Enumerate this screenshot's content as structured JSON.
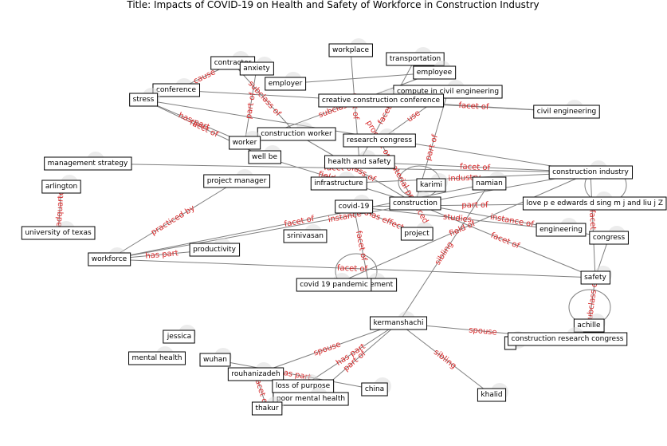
{
  "title": "Title: Impacts of COVID-19 on Health and Safety of Workforce in Construction Industry",
  "colors": {
    "edge": "#7f7f7f",
    "edge_label": "#d62728",
    "node_box": "#ffffff",
    "node_border": "#000000"
  },
  "nodes": [
    {
      "id": "workplace",
      "label": "workplace"
    },
    {
      "id": "transportation",
      "label": "transportation"
    },
    {
      "id": "contractor",
      "label": "contractor"
    },
    {
      "id": "anxiety",
      "label": "anxiety"
    },
    {
      "id": "employee",
      "label": "employee"
    },
    {
      "id": "conference",
      "label": "conference"
    },
    {
      "id": "employer",
      "label": "employer"
    },
    {
      "id": "compute",
      "label": "compute in civil engineering"
    },
    {
      "id": "stress",
      "label": "stress"
    },
    {
      "id": "ccc",
      "label": "creative construction conference"
    },
    {
      "id": "civil_eng",
      "label": "civil engineering"
    },
    {
      "id": "construction_worker",
      "label": "construction worker"
    },
    {
      "id": "research_congress",
      "label": "research congress"
    },
    {
      "id": "worker",
      "label": "worker"
    },
    {
      "id": "well_be",
      "label": "well be"
    },
    {
      "id": "mgmt_strategy",
      "label": "management strategy"
    },
    {
      "id": "health_safety",
      "label": "health and safety"
    },
    {
      "id": "construction_industry",
      "label": "construction industry"
    },
    {
      "id": "project_manager",
      "label": "project manager"
    },
    {
      "id": "infrastructure",
      "label": "infrastructure"
    },
    {
      "id": "karimi",
      "label": "karimi"
    },
    {
      "id": "namian",
      "label": "namian"
    },
    {
      "id": "arlington",
      "label": "arlington"
    },
    {
      "id": "covid19",
      "label": "covid-19"
    },
    {
      "id": "construction",
      "label": "construction"
    },
    {
      "id": "love",
      "label": "love p e edwards d sing m j and liu j Z"
    },
    {
      "id": "engineering",
      "label": "engineering"
    },
    {
      "id": "ut",
      "label": "university of texas"
    },
    {
      "id": "srinivasan",
      "label": "srinivasan"
    },
    {
      "id": "project",
      "label": "project"
    },
    {
      "id": "congress",
      "label": "congress"
    },
    {
      "id": "productivity",
      "label": "productivity"
    },
    {
      "id": "workforce",
      "label": "workforce"
    },
    {
      "id": "safety",
      "label": "safety"
    },
    {
      "id": "management",
      "label": "management"
    },
    {
      "id": "covid_pandemic",
      "label": "covid 19 pandemic"
    },
    {
      "id": "kermanshachi",
      "label": "kermanshachi"
    },
    {
      "id": "achille",
      "label": "achille"
    },
    {
      "id": "jessica",
      "label": "jessica"
    },
    {
      "id": "kh",
      "label": "k"
    },
    {
      "id": "crc",
      "label": "construction research congress"
    },
    {
      "id": "mental_health",
      "label": "mental health"
    },
    {
      "id": "wuhan",
      "label": "wuhan"
    },
    {
      "id": "rouhanizadeh",
      "label": "rouhanizadeh"
    },
    {
      "id": "loss_purpose",
      "label": "loss of purpose"
    },
    {
      "id": "china",
      "label": "china"
    },
    {
      "id": "poor_mh",
      "label": "poor mental health"
    },
    {
      "id": "khalid",
      "label": "khalid"
    },
    {
      "id": "thakur",
      "label": "thakur"
    }
  ],
  "edges": [
    {
      "source": "stress",
      "target": "worker",
      "label": "has part"
    },
    {
      "source": "conference",
      "target": "civil_eng",
      "label": ""
    },
    {
      "source": "stress",
      "target": "construction_industry",
      "label": ""
    },
    {
      "source": "anxiety",
      "target": "worker",
      "label": "part of"
    },
    {
      "source": "contractor",
      "target": "construction_worker",
      "label": "subclass of"
    },
    {
      "source": "conference",
      "target": "contractor",
      "label": "cause"
    },
    {
      "source": "employer",
      "target": "employee",
      "label": ""
    },
    {
      "source": "ccc",
      "target": "civil_eng",
      "label": "facet of"
    },
    {
      "source": "worker",
      "target": "employee",
      "label": "subclass of"
    },
    {
      "source": "health_safety",
      "target": "workplace",
      "label": "part of"
    },
    {
      "source": "health_safety",
      "target": "transportation",
      "label": "facet of"
    },
    {
      "source": "research_congress",
      "target": "compute",
      "label": "use"
    },
    {
      "source": "construction",
      "target": "compute",
      "label": "part of"
    },
    {
      "source": "construction",
      "target": "research_congress",
      "label": "product or material produced"
    },
    {
      "source": "mgmt_strategy",
      "target": "construction_industry",
      "label": "facet of"
    },
    {
      "source": "well_be",
      "target": "construction",
      "label": "field of this"
    },
    {
      "source": "health_safety",
      "target": "construction_industry",
      "label": "facet of"
    },
    {
      "source": "infrastructure",
      "target": "construction_industry",
      "label": "industry"
    },
    {
      "source": "workforce",
      "target": "project_manager",
      "label": "practiced by"
    },
    {
      "source": "workforce",
      "target": "construction_industry",
      "label": "instance of"
    },
    {
      "source": "workforce",
      "target": "namian",
      "label": "facet of"
    },
    {
      "source": "workforce",
      "target": "productivity",
      "label": "has part"
    },
    {
      "source": "workforce",
      "target": "safety",
      "label": "facet of"
    },
    {
      "source": "arlington",
      "target": "ut",
      "label": "headquarters"
    },
    {
      "source": "covid19",
      "target": "project",
      "label": "has effect"
    },
    {
      "source": "covid19",
      "target": "engineering",
      "label": "studies"
    },
    {
      "source": "covid19",
      "target": "management",
      "label": "facet of"
    },
    {
      "source": "covid19",
      "target": "love",
      "label": "part of"
    },
    {
      "source": "construction",
      "target": "safety",
      "label": "facet of"
    },
    {
      "source": "construction",
      "target": "congress",
      "label": "instance of"
    },
    {
      "source": "construction_industry",
      "target": "safety",
      "label": "facet of"
    },
    {
      "source": "safety",
      "target": "congress",
      "label": ""
    },
    {
      "source": "safety",
      "target": "achille",
      "label": "subclass of"
    },
    {
      "source": "covid_pandemic",
      "target": "construction_industry",
      "label": "field of"
    },
    {
      "source": "kermanshachi",
      "target": "namian",
      "label": "sibling"
    },
    {
      "source": "kermanshachi",
      "target": "khalid",
      "label": "sibling"
    },
    {
      "source": "kermanshachi",
      "target": "crc",
      "label": "spouse"
    },
    {
      "source": "kermanshachi",
      "target": "rouhanizadeh",
      "label": "spouse"
    },
    {
      "source": "kermanshachi",
      "target": "loss_purpose",
      "label": "has part"
    },
    {
      "source": "kermanshachi",
      "target": "poor_mh",
      "label": "part of"
    },
    {
      "source": "wuhan",
      "target": "china",
      "label": "has part"
    },
    {
      "source": "rouhanizadeh",
      "target": "thakur",
      "label": "facet of"
    },
    {
      "source": "construction",
      "target": "construction_worker",
      "label": "subclass of"
    },
    {
      "source": "well_be",
      "target": "stress",
      "label": "facet of"
    }
  ]
}
